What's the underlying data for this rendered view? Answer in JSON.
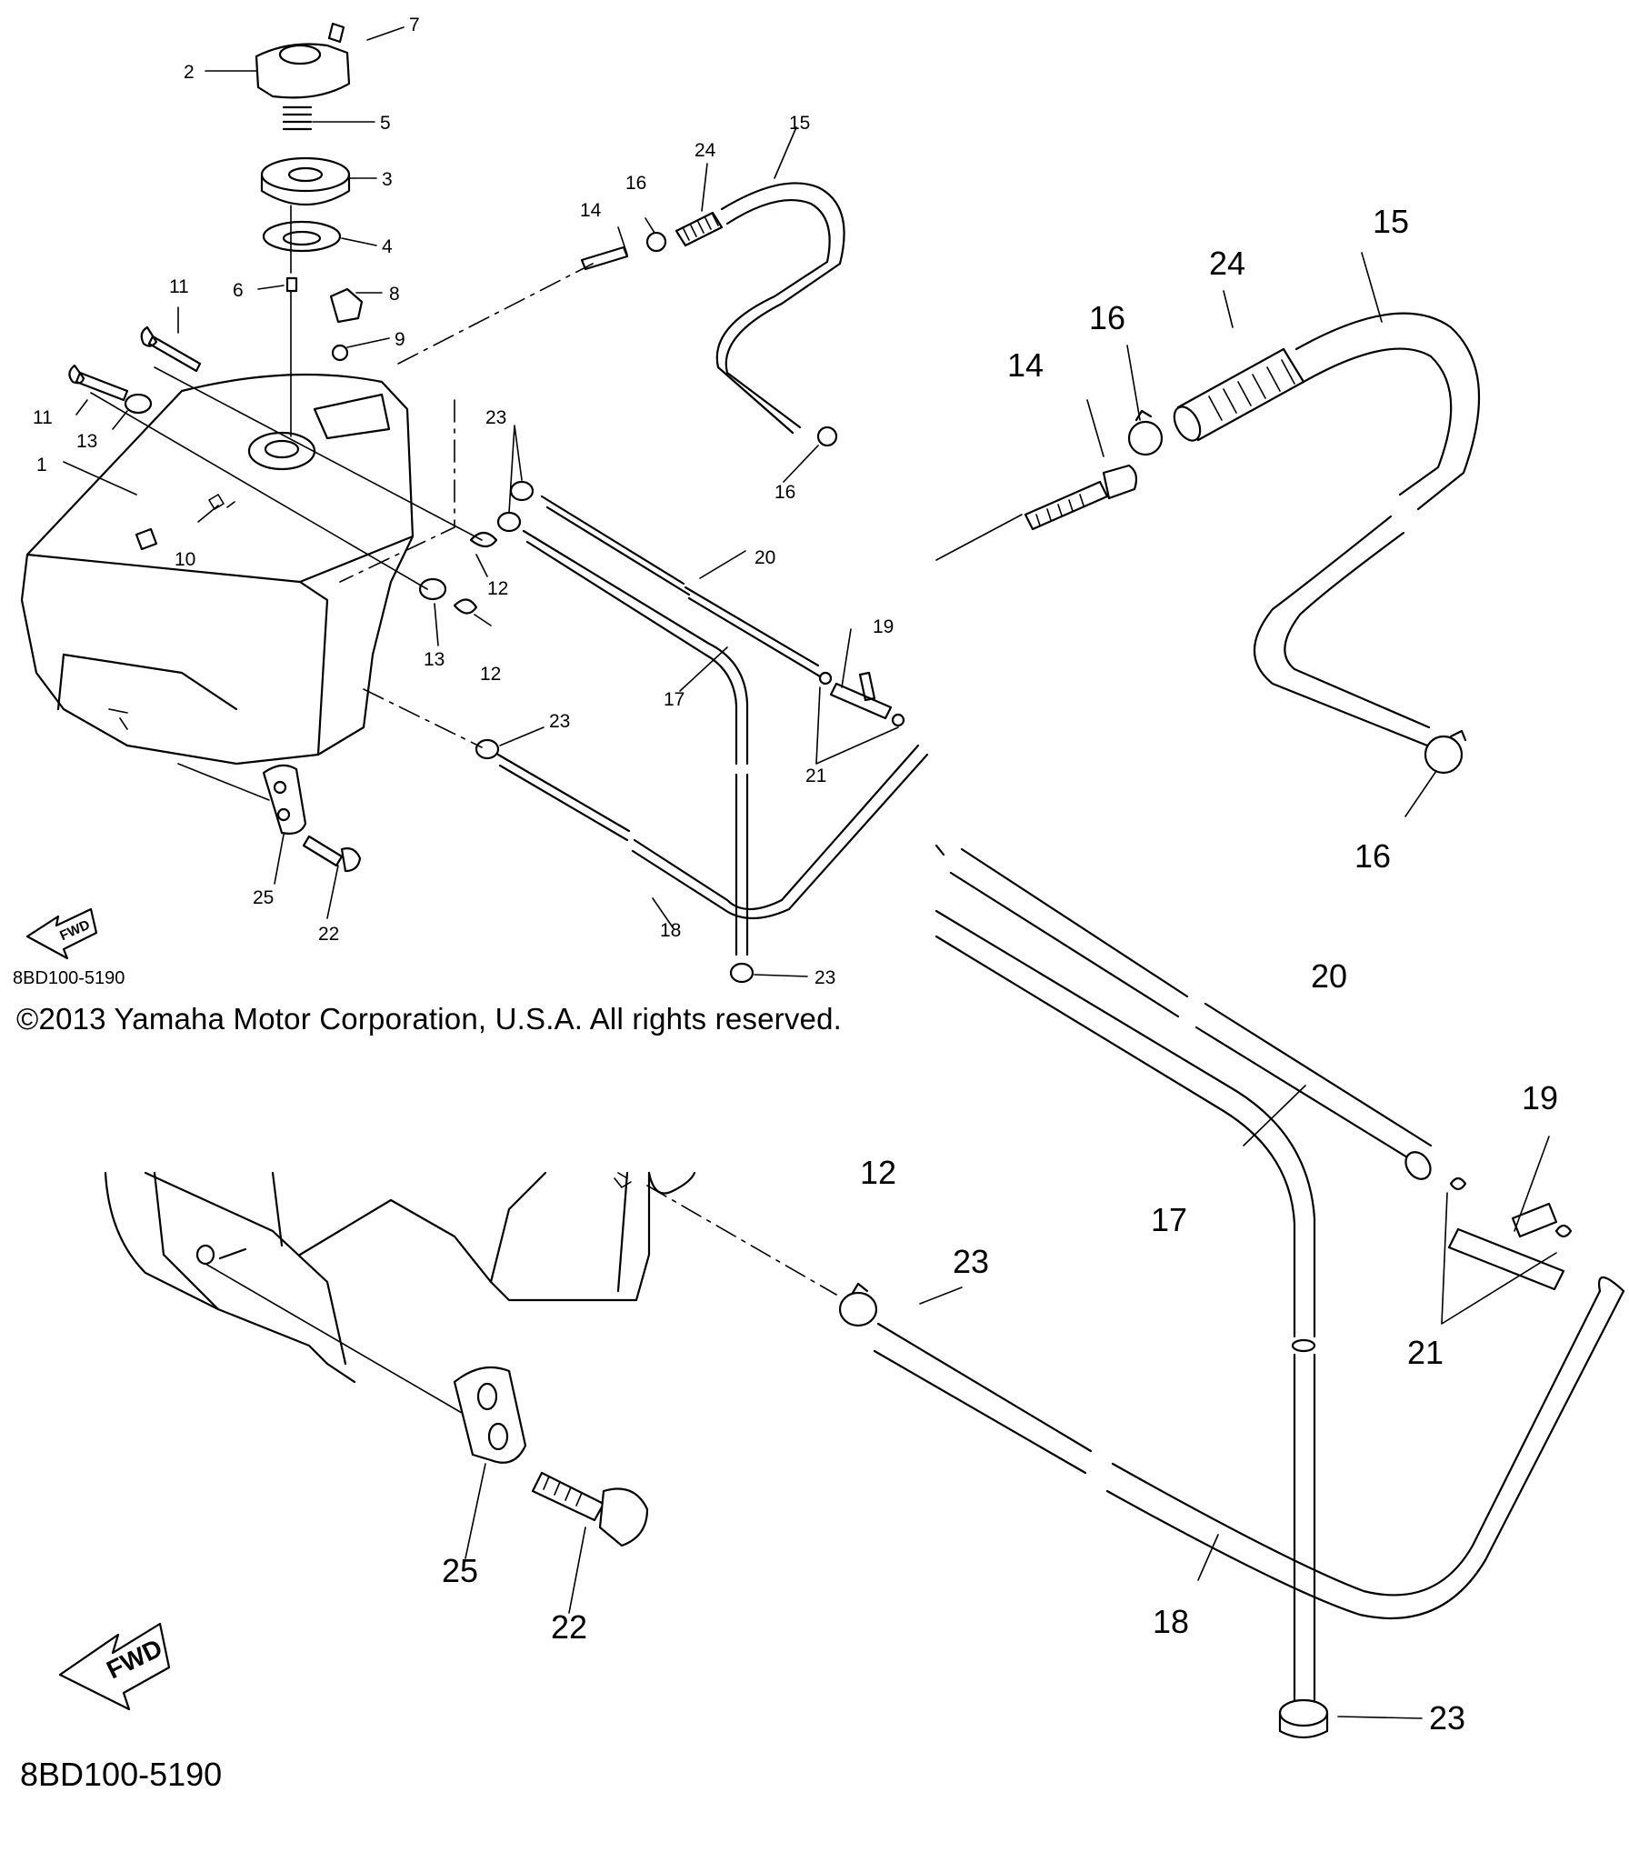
{
  "callouts": {
    "n1": "1",
    "n2": "2",
    "n3": "3",
    "n4": "4",
    "n5": "5",
    "n6": "6",
    "n7": "7",
    "n8": "8",
    "n9": "9",
    "n10": "10",
    "n11": "11",
    "n12": "12",
    "n13": "13",
    "n14": "14",
    "n15": "15",
    "n16": "16",
    "n17": "17",
    "n18": "18",
    "n19": "19",
    "n20": "20",
    "n21": "21",
    "n22": "22",
    "n23": "23",
    "n24": "24",
    "n25": "25"
  },
  "arrow_text": "FWD",
  "diagram_code": "8BD100-5190",
  "copyright": "©2013 Yamaha Motor Corporation, U.S.A. All rights reserved."
}
